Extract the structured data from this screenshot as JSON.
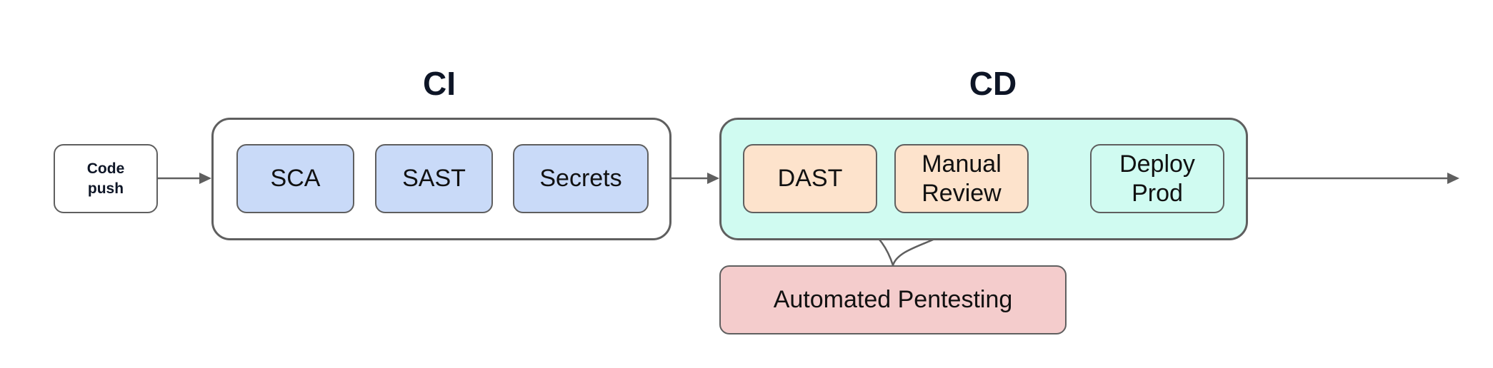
{
  "ci": {
    "title": "CI",
    "stages": [
      "SCA",
      "SAST",
      "Secrets"
    ]
  },
  "cd": {
    "title": "CD",
    "dast": "DAST",
    "manual_review": "Manual\nReview",
    "deploy_prod": "Deploy\nProd"
  },
  "code_push": "Code\npush",
  "automated_pentesting": "Automated Pentesting",
  "colors": {
    "ci_stage": "#c9daf8",
    "cd_group": "#d0fbf1",
    "test_stage": "#fde3cc",
    "deploy_stage": "#d0fbf1",
    "pentest": "#f4cccc",
    "border": "#5f5f5f"
  }
}
